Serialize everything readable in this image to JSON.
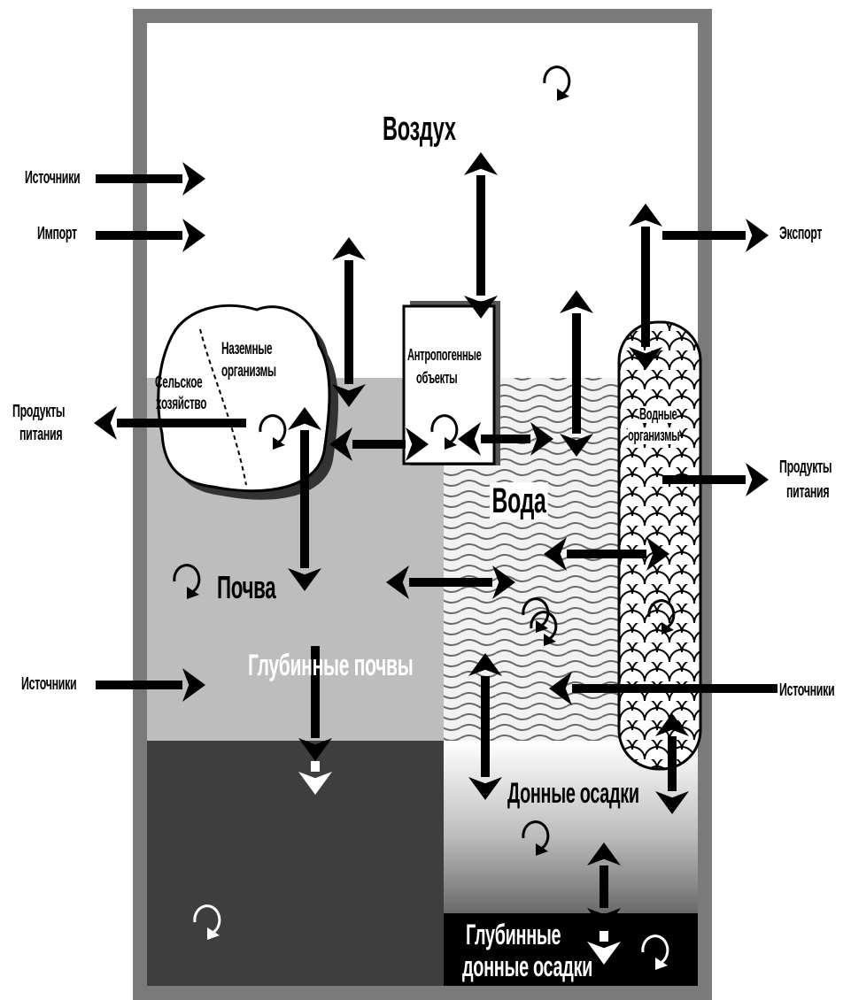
{
  "compartments": {
    "air": "Воздух",
    "soil": "Почва",
    "water": "Вода",
    "sediments": "Донные осадки",
    "deep_soil": "Глубинные почвы",
    "deep_sediments_line1": "Глубинные",
    "deep_sediments_line2": "донные осадки",
    "agriculture_line1": "Сельское",
    "agriculture_line2": "хозяйство",
    "terrestrial_line1": "Наземные",
    "terrestrial_line2": "организмы",
    "anthropogenic_line1": "Антропогенные",
    "anthropogenic_line2": "объекты",
    "aquatic_line1": "Водные",
    "aquatic_line2": "организмы"
  },
  "flows": {
    "sources_top": "Источники",
    "import": "Импорт",
    "export": "Экспорт",
    "food_left_line1": "Продукты",
    "food_left_line2": "питания",
    "food_right_line1": "Продукты",
    "food_right_line2": "питания",
    "sources_left": "Источники",
    "sources_right": "Источники"
  }
}
